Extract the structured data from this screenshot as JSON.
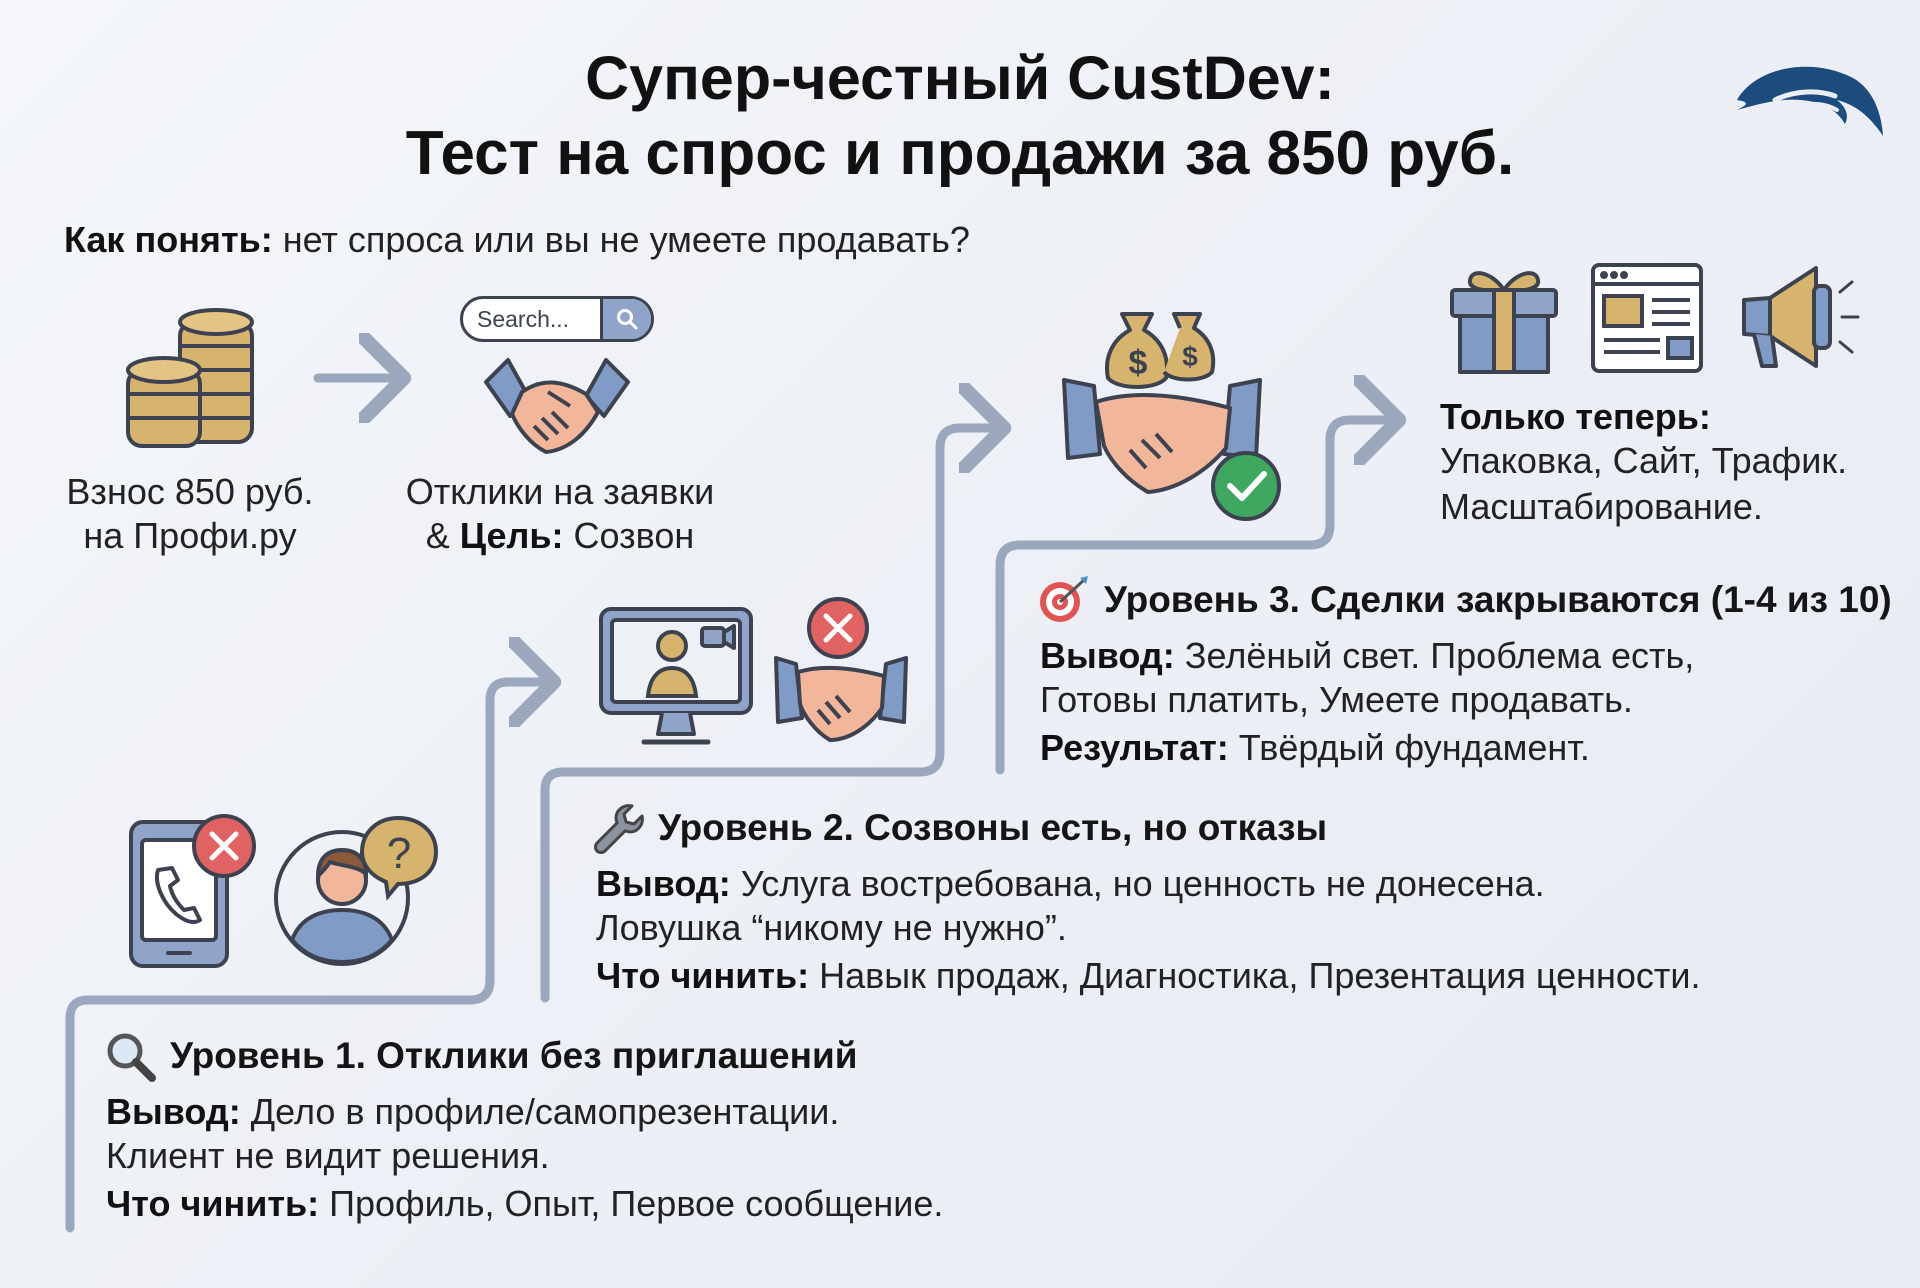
{
  "title": {
    "line1": "Супер-честный CustDev:",
    "line2": "Тест на спрос и продажи за 850 руб."
  },
  "question": {
    "bold": "Как понять:",
    "text": " нет спроса или вы не умеете продавать?"
  },
  "step_fee": {
    "line1": "Взнос 850 руб.",
    "line2": "на Профи.ру"
  },
  "step_responses": {
    "line1": "Отклики на заявки",
    "line2_prefix": "& ",
    "line2_bold": "Цель:",
    "line2_text": " Созвон"
  },
  "search": {
    "placeholder": "Search..."
  },
  "level1": {
    "icon": "magnifier-icon",
    "title": "Уровень 1. Отклики без приглашений",
    "conclusion_label": "Вывод:",
    "conclusion_text": " Дело в профиле/самопрезентации.",
    "conclusion_line2": "Клиент не видит решения.",
    "fix_label": "Что чинить:",
    "fix_text": " Профиль, Опыт, Первое сообщение."
  },
  "level2": {
    "icon": "wrench-icon",
    "title": "Уровень 2. Созвоны есть, но отказы",
    "conclusion_label": "Вывод:",
    "conclusion_text": " Услуга востребована, но ценность не донесена.",
    "conclusion_line2": "Ловушка “никому не нужно”.",
    "fix_label": "Что чинить:",
    "fix_text": " Навык продаж, Диагностика, Презентация ценности."
  },
  "level3": {
    "icon": "target-icon",
    "title": "Уровень 3. Сделки закрываются (1-4 из 10)",
    "conclusion_label": "Вывод:",
    "conclusion_text": " Зелёный свет. Проблема есть,",
    "conclusion_line2": "Готовы платить, Умеете продавать.",
    "result_label": "Результат:",
    "result_text": " Твёрдый фундамент."
  },
  "final": {
    "label": "Только теперь:",
    "line1": "Упаковка, Сайт, Трафик.",
    "line2": "Масштабирование."
  },
  "colors": {
    "path": "#9aa7bd",
    "gold": "#d6b46e",
    "navy": "#1b4c7d",
    "red": "#e06262",
    "green": "#3ea860",
    "blue_icon": "#7f9bc6"
  }
}
